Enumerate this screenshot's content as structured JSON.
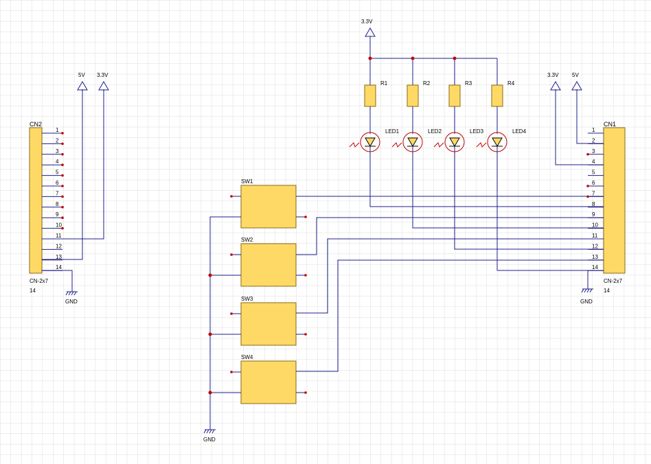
{
  "colors": {
    "background": "#ffffff",
    "grid": "#dcdcdc",
    "wire": "#1c1c8c",
    "part_fill": "#ffd966",
    "part_stroke": "#8b6914",
    "junction": "#c00000",
    "power_symbol": "#1c1c8c",
    "text": "#000000"
  },
  "left_connector": {
    "ref": "CN2",
    "type": "CN-2x7",
    "count": "14",
    "pins": [
      "1",
      "2",
      "3",
      "4",
      "5",
      "6",
      "7",
      "8",
      "9",
      "10",
      "11",
      "12",
      "13",
      "14"
    ]
  },
  "right_connector": {
    "ref": "CN1",
    "type": "CN-2x7",
    "count": "14",
    "pins": [
      "1",
      "2",
      "3",
      "4",
      "5",
      "6",
      "7",
      "8",
      "9",
      "10",
      "11",
      "12",
      "13",
      "14"
    ]
  },
  "power": {
    "v5": "5V",
    "v33": "3.3V",
    "gnd": "GND"
  },
  "resistors": [
    "R1",
    "R2",
    "R3",
    "R4"
  ],
  "leds": [
    "LED1",
    "LED2",
    "LED3",
    "LED4"
  ],
  "switches": [
    "SW1",
    "SW2",
    "SW3",
    "SW4"
  ]
}
